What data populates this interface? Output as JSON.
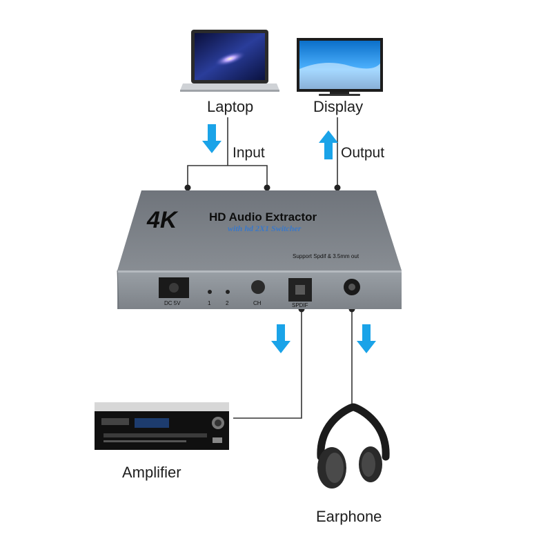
{
  "devices": {
    "laptop": "Laptop",
    "display": "Display",
    "amplifier": "Amplifier",
    "earphone": "Earphone"
  },
  "signals": {
    "input": "Input",
    "output": "Output"
  },
  "extractor": {
    "badge": "4K",
    "title": "HD Audio Extractor",
    "subtitle": "with hd 2X1 Switcher",
    "note": "Support Spdif & 3.5mm out",
    "ports": {
      "dc": "DC 5V",
      "in1": "1",
      "in2": "2",
      "ch": "CH",
      "spdif": "SPDIF"
    }
  },
  "colors": {
    "arrow": "#1aa3e8",
    "box_top": "#7b8087",
    "box_front": "#8d9298",
    "subtitle": "#3a78c8"
  }
}
